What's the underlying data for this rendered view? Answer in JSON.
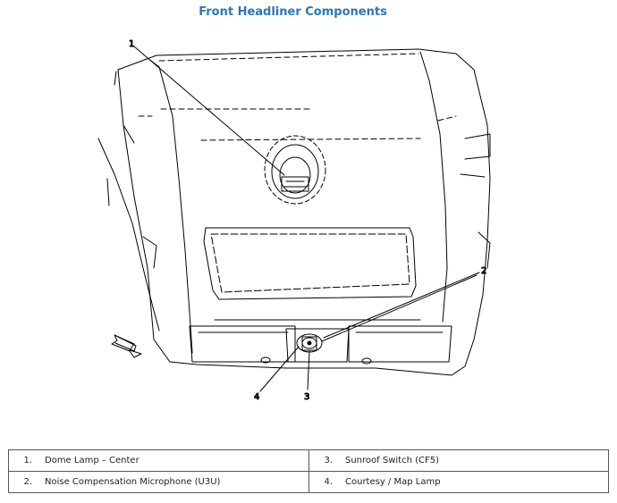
{
  "title": "Front Headliner Components",
  "callouts": [
    "1",
    "2",
    "3",
    "4"
  ],
  "legend": [
    [
      {
        "num": "1.",
        "label": "Dome Lamp – Center"
      },
      {
        "num": "3.",
        "label": "Sunroof Switch (CF5)"
      }
    ],
    [
      {
        "num": "2.",
        "label": "Noise Compensation Microphone (U3U)"
      },
      {
        "num": "4.",
        "label": "Courtesy / Map Lamp"
      }
    ]
  ]
}
